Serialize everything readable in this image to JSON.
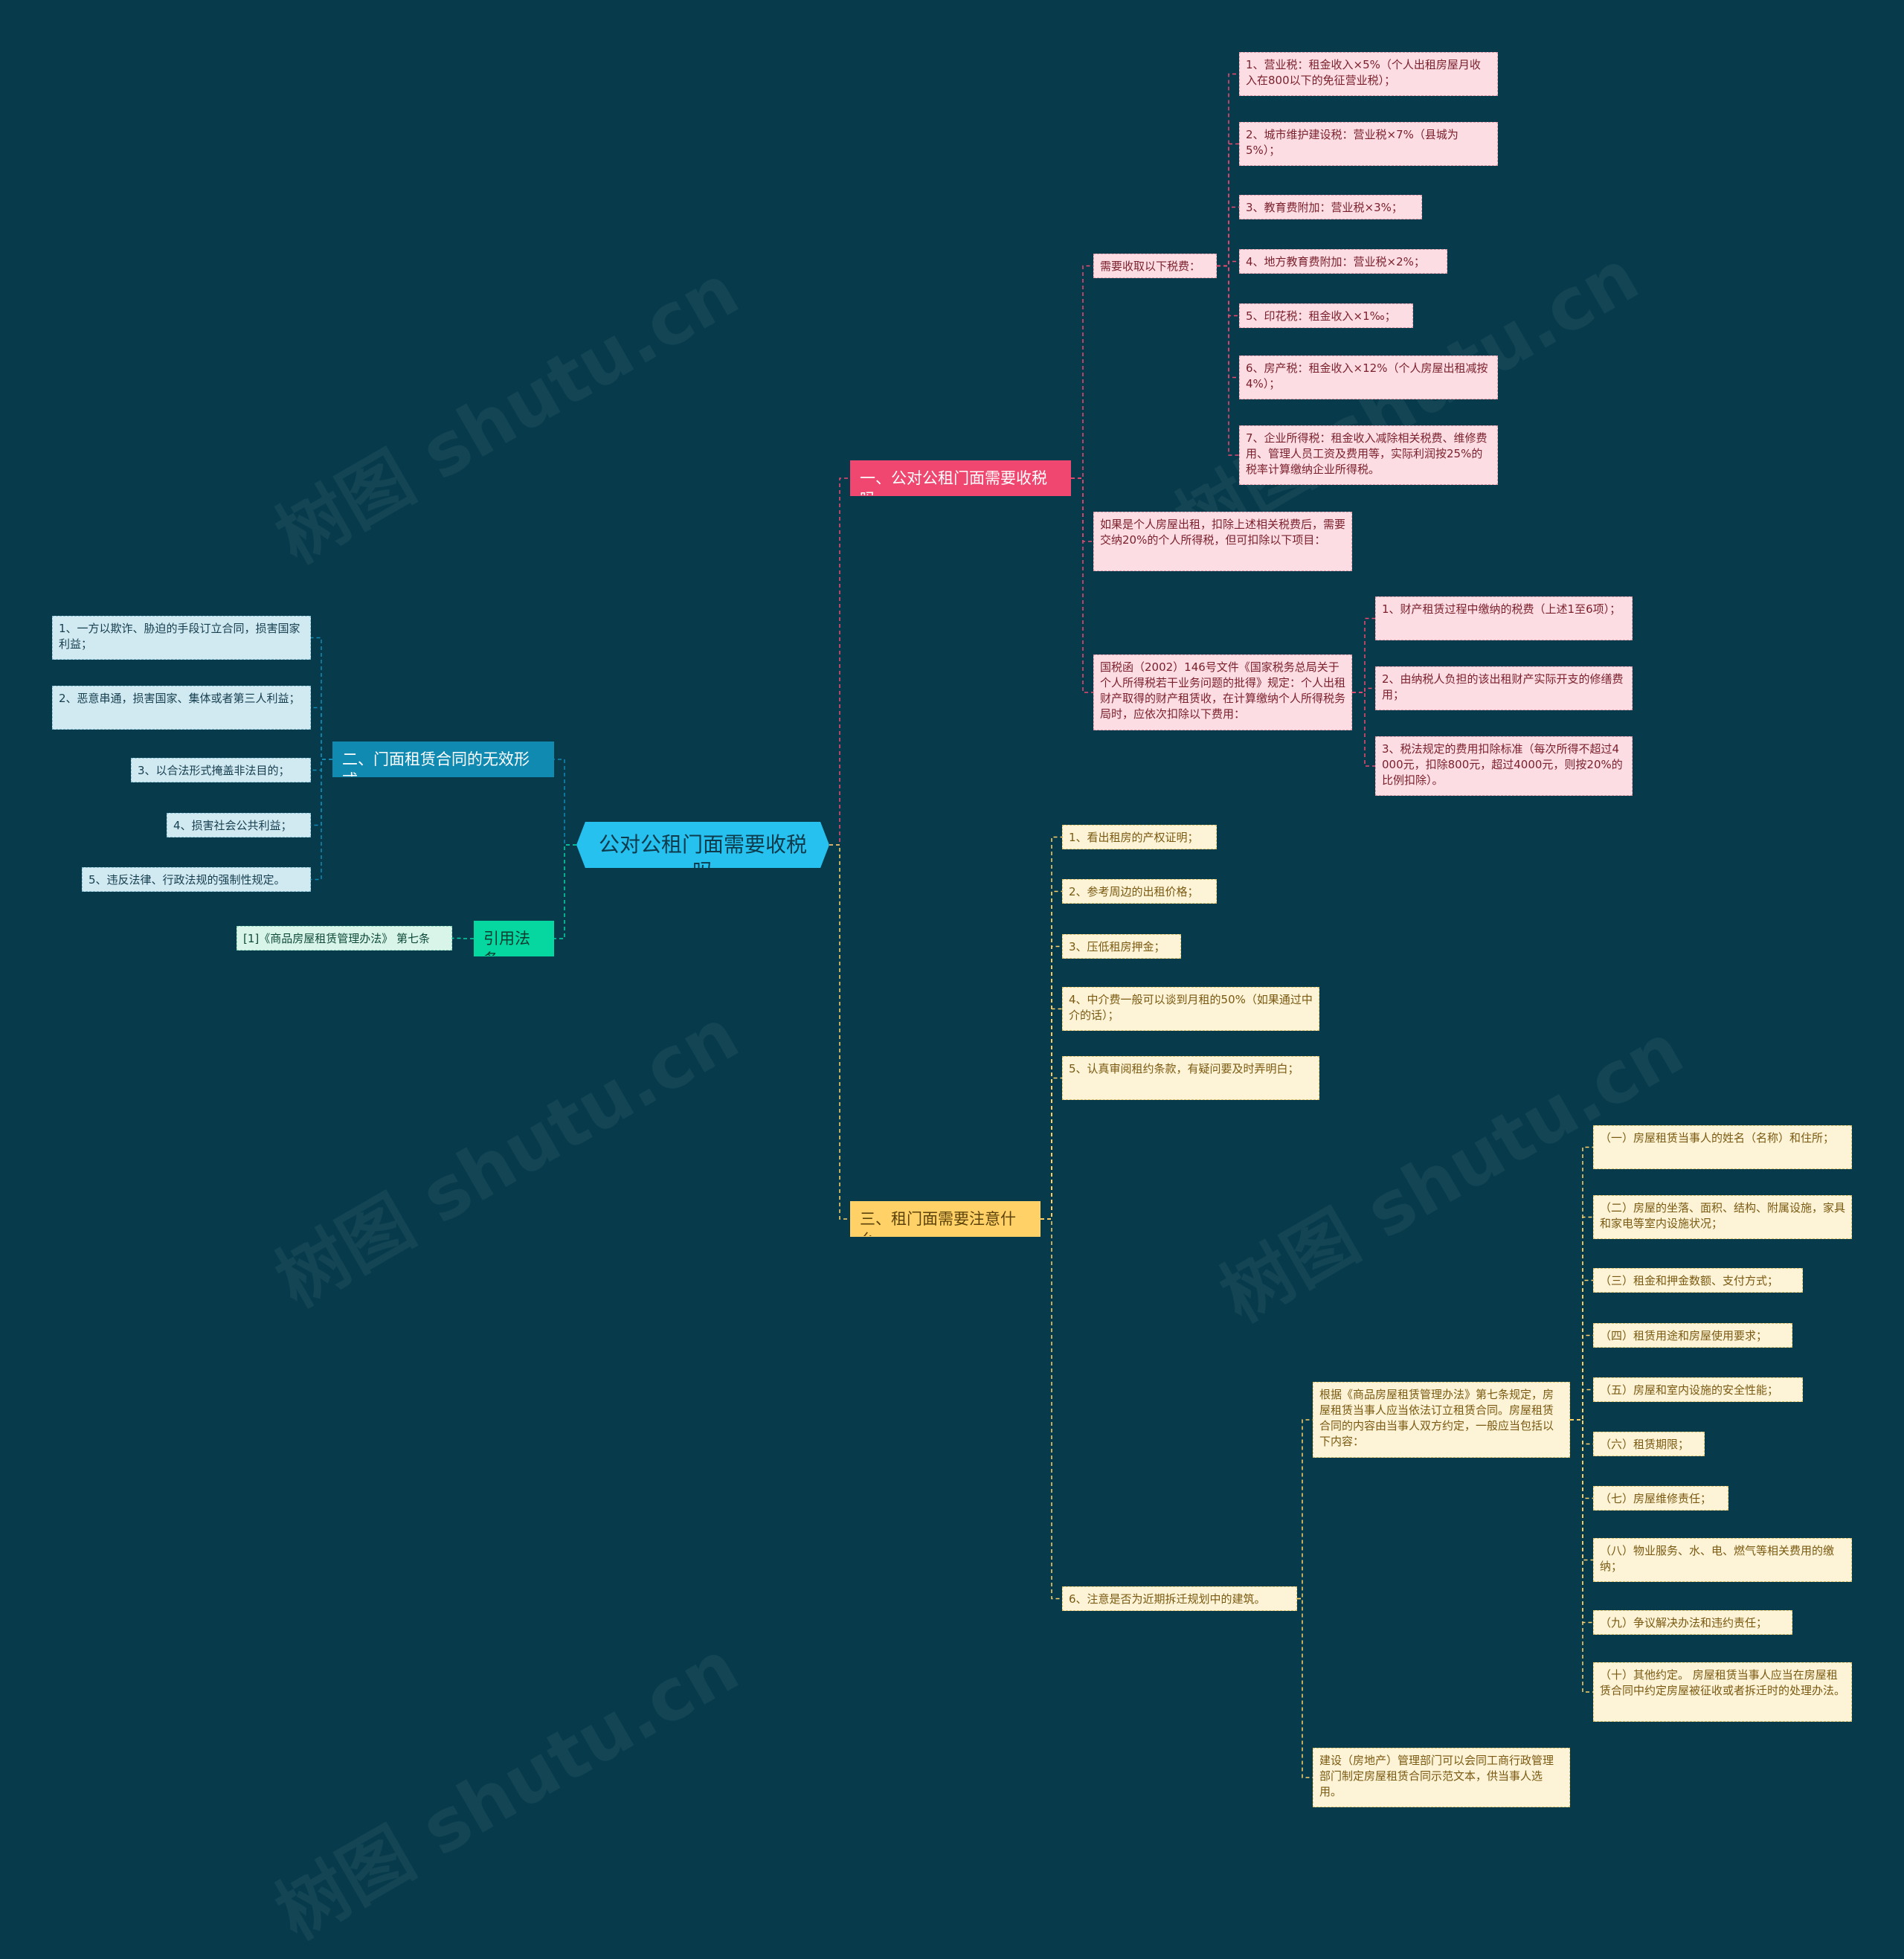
{
  "root": {
    "label": "公对公租门面需要收税吗"
  },
  "branch1": {
    "label": "一、公对公租门面需要收税吗",
    "taxes_label": "需要收取以下税费：",
    "taxes": [
      "1、营业税：租金收入×5%（个人出租房屋月收入在800以下的免征营业税）；",
      "2、城市维护建设税：营业税×7%（县城为5%）；",
      "3、教育费附加：营业税×3%；",
      "4、地方教育费附加：营业税×2%；",
      "5、印花税：租金收入×1‰；",
      "6、房产税：租金收入×12%（个人房屋出租减按4%）；",
      "7、企业所得税：租金收入减除相关税费、维修费用、管理人员工资及费用等，实际利润按25%的税率计算缴纳企业所得税。"
    ],
    "personal_tax": "如果是个人房屋出租，扣除上述相关税费后，需要交纳20%的个人所得税，但可扣除以下项目：",
    "notice": "国税函（2002）146号文件《国家税务总局关于个人所得税若干业务问题的批得》规定：个人出租财产取得的财产租赁收，在计算缴纳个人所得税务局时，应依次扣除以下费用：",
    "deductions": [
      "1、财产租赁过程中缴纳的税费（上述1至6项）；",
      "2、由纳税人负担的该出租财产实际开支的修缮费用；",
      "3、税法规定的费用扣除标准（每次所得不超过4000元，扣除800元，超过4000元，则按20%的比例扣除）。"
    ]
  },
  "branch2": {
    "label": "二、门面租赁合同的无效形式",
    "items": [
      "1、一方以欺诈、胁迫的手段订立合同，损害国家利益；",
      "2、恶意串通，损害国家、集体或者第三人利益；",
      "3、以合法形式掩盖非法目的；",
      "4、损害社会公共利益；",
      "5、违反法律、行政法规的强制性规定。"
    ]
  },
  "branch3": {
    "label": "三、租门面需要注意什么",
    "items": [
      "1、看出租房的产权证明；",
      "2、参考周边的出租价格；",
      "3、压低租房押金；",
      "4、中介费一般可以谈到月租的50%（如果通过中介的话）；",
      "5、认真审阅租约条款，有疑问要及时弄明白；",
      "6、注意是否为近期拆迁规划中的建筑。"
    ],
    "regulation": "根据《商品房屋租赁管理办法》第七条规定，房屋租赁当事人应当依法订立租赁合同。房屋租赁合同的内容由当事人双方约定，一般应当包括以下内容：",
    "contract_items": [
      "（一）房屋租赁当事人的姓名（名称）和住所；",
      "（二）房屋的坐落、面积、结构、附属设施，家具和家电等室内设施状况；",
      "（三）租金和押金数额、支付方式；",
      "（四）租赁用途和房屋使用要求；",
      "（五）房屋和室内设施的安全性能；",
      "（六）租赁期限；",
      "（七）房屋维修责任；",
      "（八）物业服务、水、电、燃气等相关费用的缴纳；",
      "（九）争议解决办法和违约责任；",
      "（十）其他约定。 房屋租赁当事人应当在房屋租赁合同中约定房屋被征收或者拆迁时的处理办法。"
    ],
    "sample_text": "建设（房地产）管理部门可以会同工商行政管理部门制定房屋租赁合同示范文本，供当事人选用。"
  },
  "branch4": {
    "label": "引用法条",
    "items": [
      "[1]《商品房屋租赁管理办法》 第七条"
    ]
  },
  "watermark": "树图 shutu.cn",
  "colors": {
    "background": "#073b4c",
    "root": "#26c1ef",
    "branch1": "#ef476f",
    "branch2": "#118ab2",
    "branch3": "#ffd166",
    "branch4": "#06d6a0"
  }
}
